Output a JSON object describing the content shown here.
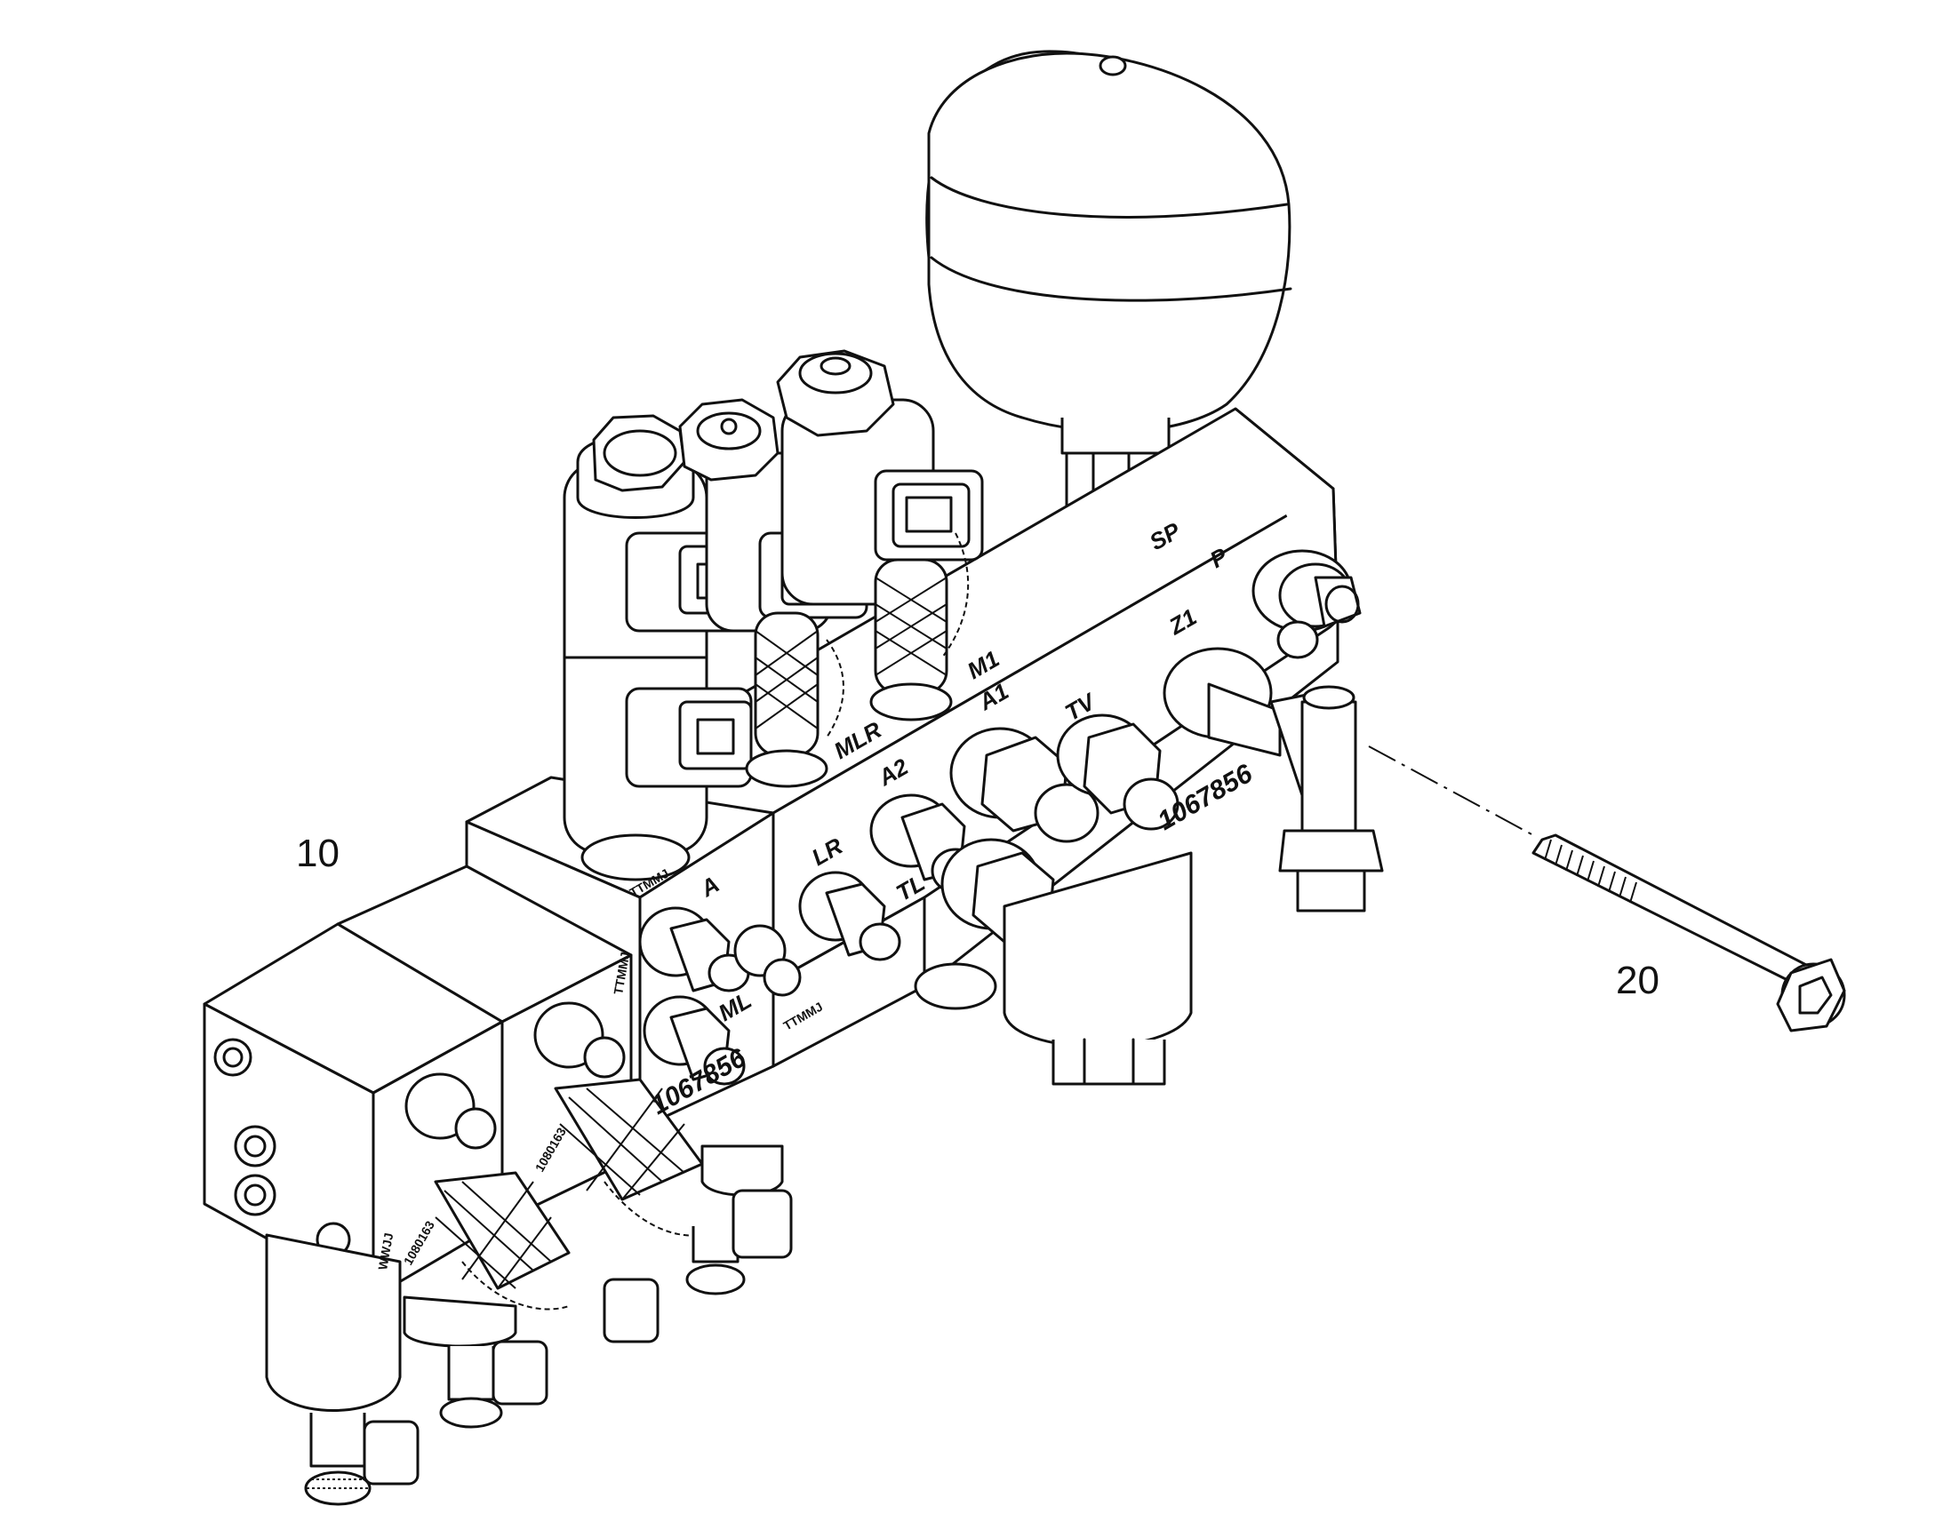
{
  "callouts": {
    "assembly": "10",
    "screw": "20"
  },
  "ports": {
    "sp": "SP",
    "p": "P",
    "z1": "Z1",
    "m1": "M1",
    "mlr": "MLR",
    "a1": "A1",
    "tv": "TV",
    "a2": "A2",
    "lr": "LR",
    "tl": "TL",
    "a": "A",
    "ml": "ML"
  },
  "stamps": {
    "part_number_right": "1067856",
    "part_number_mid": "1067856",
    "mark_a": "TTMMJ",
    "mark_b": "TTMMJ",
    "mark_c": "TTMMJ",
    "mark_d": "WWJJ",
    "part_small_a": "1080163",
    "part_small_b": "1080163"
  }
}
